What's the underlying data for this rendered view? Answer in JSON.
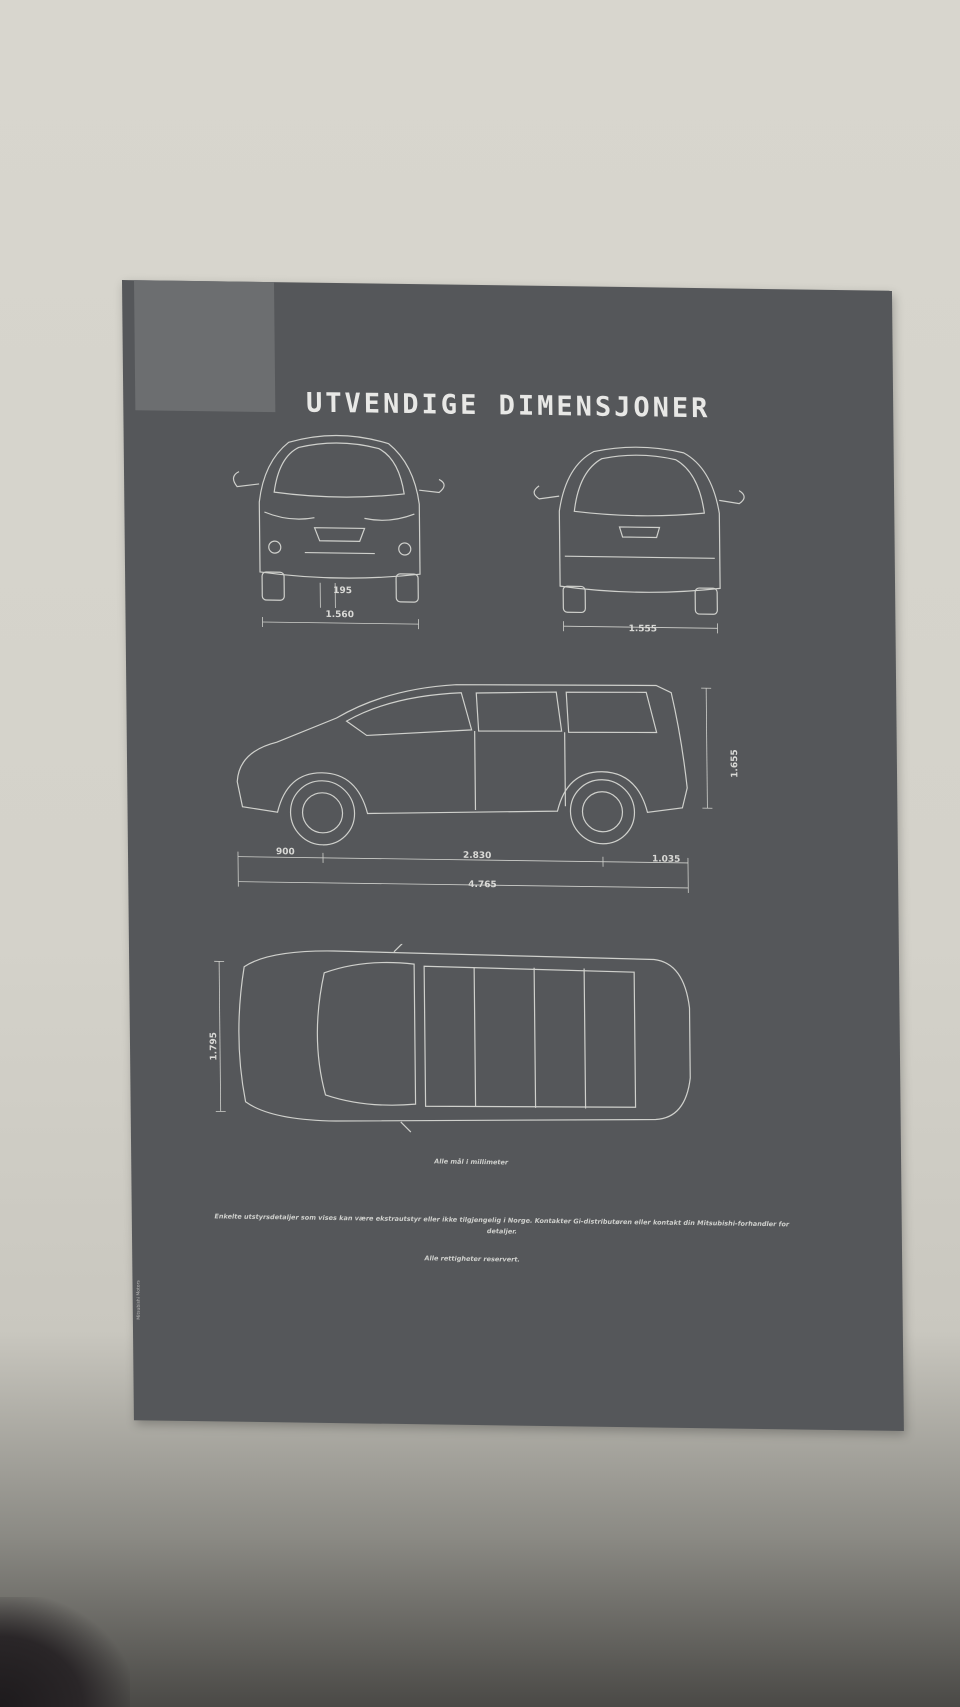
{
  "brochure": {
    "title": "UTVENDIGE DIMENSJONER",
    "front_view": {
      "wheel_width": "195",
      "track_front": "1.560"
    },
    "rear_view": {
      "track_rear": "1.555"
    },
    "side_view": {
      "overhang_front": "900",
      "wheelbase": "2.830",
      "overhang_rear": "1.035",
      "total_length": "4.765",
      "height": "1.655"
    },
    "top_view": {
      "width": "1.795"
    },
    "unit_note": "Alle mål i millimeter",
    "disclaimer": "Enkelte utstyrsdetaljer som vises kan være ekstrautstyr eller ikke tilgjengelig i Norge. Kontakter Gi-distributøren eller kontakt din Mitsubishi-forhandler for detaljer.",
    "rights_note": "Alle rettigheter reservert.",
    "side_print": "Mitsubishi Motors"
  },
  "colors": {
    "paper": "#55575a",
    "lines": "#cfd0cc",
    "wall": "#d6d4cc"
  }
}
